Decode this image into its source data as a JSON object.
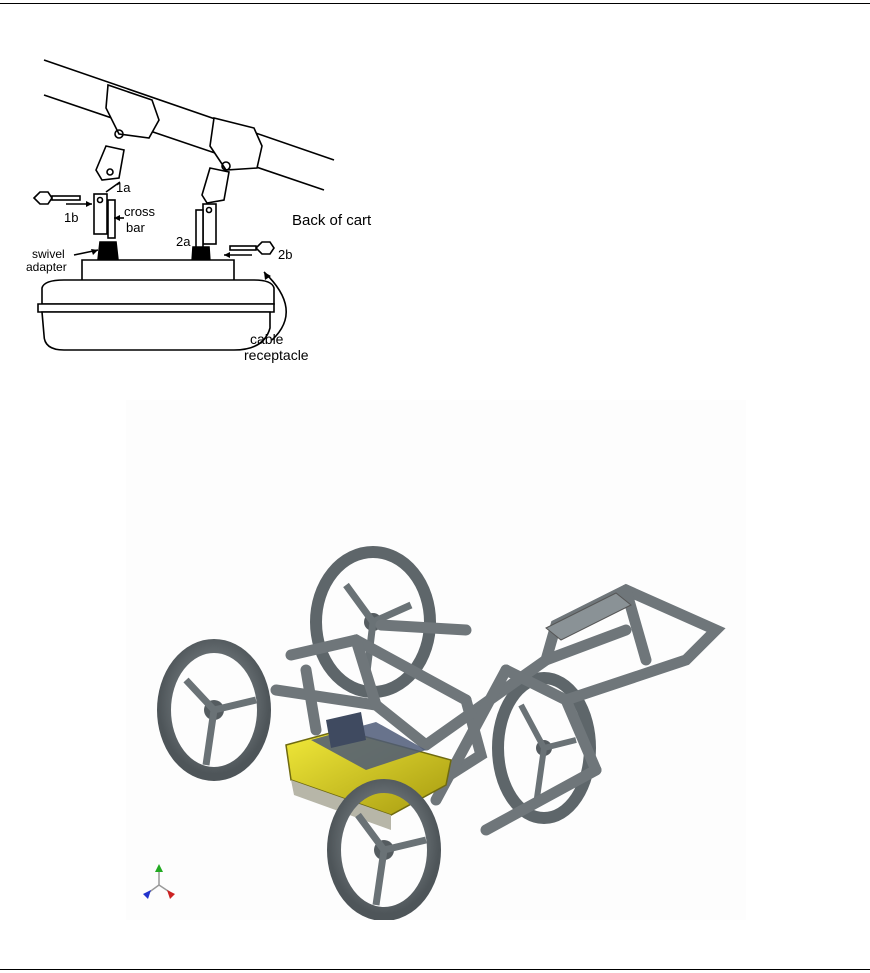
{
  "diagram": {
    "labels": {
      "l1a": "1a",
      "l1b": "1b",
      "l2a": "2a",
      "l2b": "2b",
      "cross": "cross",
      "bar": "bar",
      "swivel": "swivel",
      "adapter": "adapter",
      "cable": "cable",
      "receptacle": "receptacle",
      "back_of_cart": "Back of cart"
    }
  },
  "render": {
    "axis_icon_colors": {
      "y": "#22aa22",
      "x": "#cc2222",
      "z": "#2233cc"
    },
    "box_color": "#d8d000",
    "frame_color": "#6f767a"
  }
}
